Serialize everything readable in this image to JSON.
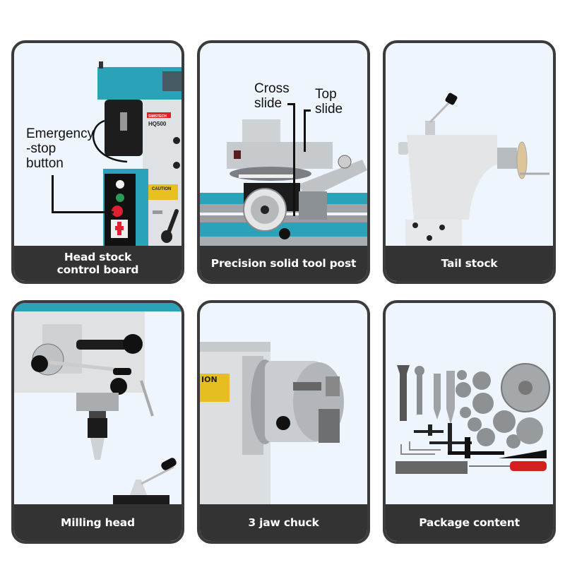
{
  "theme": {
    "card_border": "#3b3b3b",
    "caption_bg": "#333333",
    "caption_text": "#ffffff",
    "photo_bg": "#eef5fc",
    "machine_teal": "#2aa3b8",
    "machine_silver": "#d9dcdf"
  },
  "cards": [
    {
      "caption": "Head stock\ncontrol board",
      "image": "headstock-control-board-photo",
      "callouts": [
        {
          "label": "Emergency\n-stop\nbutton"
        }
      ],
      "machine_labels": {
        "brand": "SIMSTECH",
        "model": "HQ500",
        "warning": "CAUTION"
      }
    },
    {
      "caption": "Precision solid tool post",
      "image": "tool-post-photo",
      "callouts": [
        {
          "label": "Cross\nslide"
        },
        {
          "label": "Top\nslide"
        }
      ]
    },
    {
      "caption": "Tail stock",
      "image": "tail-stock-photo"
    },
    {
      "caption": "Milling head",
      "image": "milling-head-photo"
    },
    {
      "caption": "3 jaw chuck",
      "image": "three-jaw-chuck-photo",
      "machine_labels": {
        "warning": "ION"
      }
    },
    {
      "caption": "Package content",
      "image": "package-content-photo"
    }
  ]
}
